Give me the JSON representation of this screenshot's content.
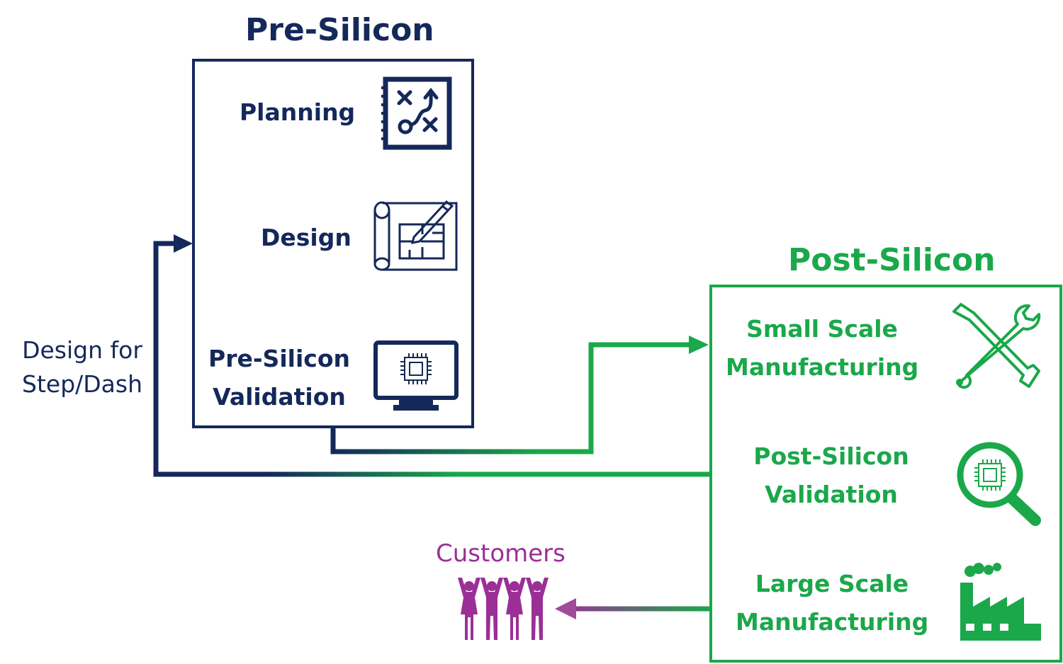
{
  "pre_silicon": {
    "title": "Pre-Silicon",
    "stages": [
      {
        "label": "Planning",
        "icon": "strategy-board-icon"
      },
      {
        "label": "Design",
        "icon": "blueprint-icon"
      },
      {
        "label_line1": "Pre-Silicon",
        "label_line2": "Validation",
        "icon": "chip-monitor-icon"
      }
    ]
  },
  "post_silicon": {
    "title": "Post-Silicon",
    "stages": [
      {
        "label_line1": "Small Scale",
        "label_line2": "Manufacturing",
        "icon": "tools-icon"
      },
      {
        "label_line1": "Post-Silicon",
        "label_line2": "Validation",
        "icon": "chip-magnifier-icon"
      },
      {
        "label_line1": "Large Scale",
        "label_line2": "Manufacturing",
        "icon": "factory-icon"
      }
    ]
  },
  "feedback_label": {
    "line1": "Design for",
    "line2": "Step/Dash"
  },
  "customers_label": "Customers",
  "colors": {
    "navy": "#14285a",
    "green": "#1aa84a",
    "purple": "#9b2f96"
  }
}
